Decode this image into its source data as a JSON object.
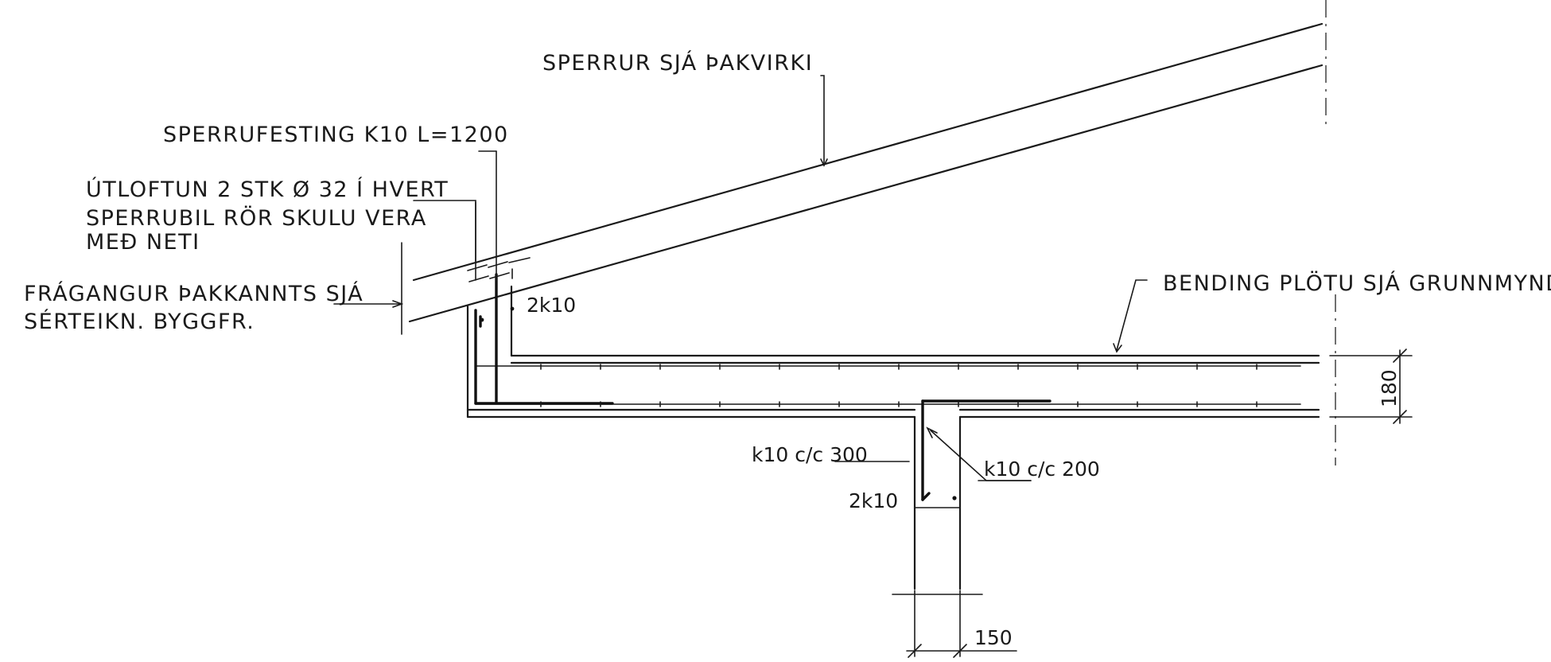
{
  "labels": {
    "sperrur": "SPERRUR SJÁ ÞAKVIRKI",
    "sperrufesting": "SPERRUFESTING K10 L=1200",
    "utloftun_line1": "ÚTLOFTUN 2 STK Ø 32 Í HVERT",
    "utloftun_line2": "SPERRUBIL RÖR SKULU VERA",
    "utloftun_line3": "MEÐ NETI",
    "fragangur_line1": "FRÁGANGUR ÞAKKANNTS SJÁ",
    "fragangur_line2": "SÉRTEIKN. BYGGFR.",
    "bending": "BENDING PLÖTU SJÁ GRUNNMYND",
    "bar_top": "2k10",
    "stirrup_left": "k10 c/c 300",
    "stirrup_right": "k10 c/c 200",
    "bar_beam": "2k10"
  },
  "dimensions": {
    "slab_thickness": "180",
    "wall_width": "150"
  }
}
